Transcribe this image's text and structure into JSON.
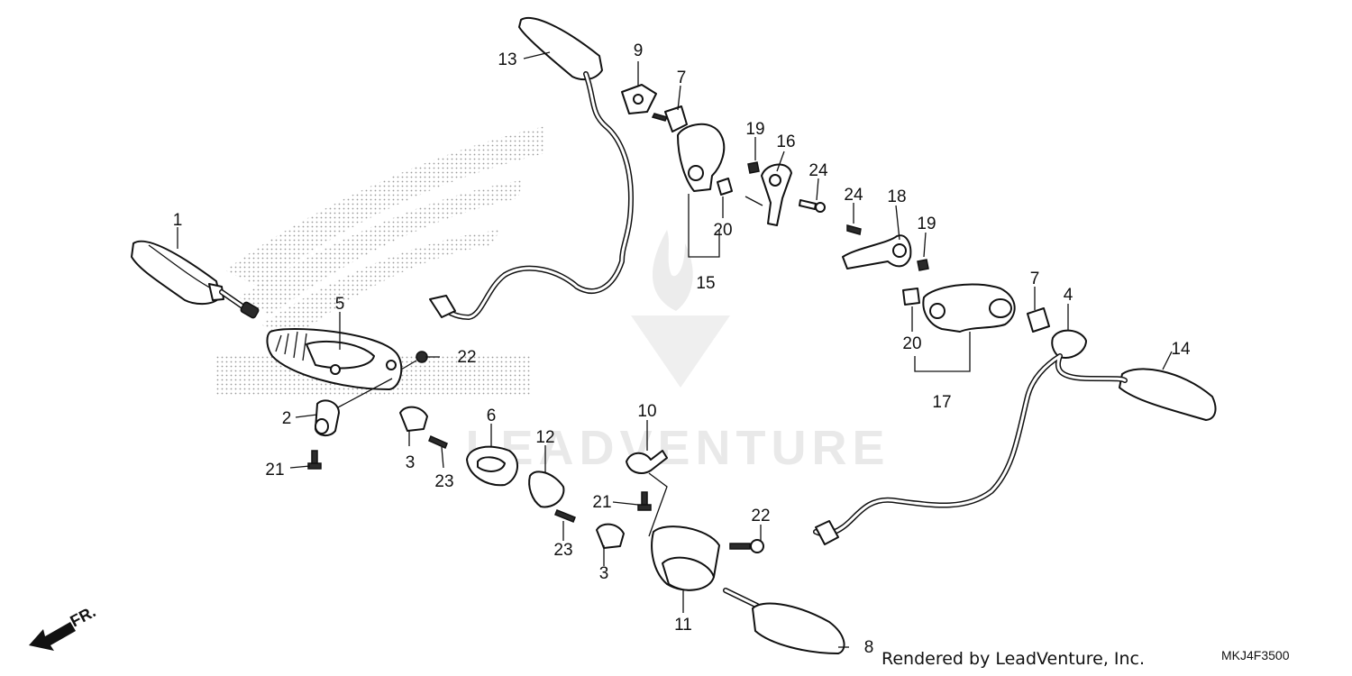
{
  "callouts": [
    {
      "id": "c1",
      "text": "1"
    },
    {
      "id": "c2",
      "text": "2"
    },
    {
      "id": "c3a",
      "text": "3"
    },
    {
      "id": "c3b",
      "text": "3"
    },
    {
      "id": "c4",
      "text": "4"
    },
    {
      "id": "c5",
      "text": "5"
    },
    {
      "id": "c6",
      "text": "6"
    },
    {
      "id": "c7a",
      "text": "7"
    },
    {
      "id": "c7b",
      "text": "7"
    },
    {
      "id": "c8",
      "text": "8"
    },
    {
      "id": "c9",
      "text": "9"
    },
    {
      "id": "c10",
      "text": "10"
    },
    {
      "id": "c11",
      "text": "11"
    },
    {
      "id": "c12",
      "text": "12"
    },
    {
      "id": "c13",
      "text": "13"
    },
    {
      "id": "c14",
      "text": "14"
    },
    {
      "id": "c15",
      "text": "15"
    },
    {
      "id": "c16",
      "text": "16"
    },
    {
      "id": "c17",
      "text": "17"
    },
    {
      "id": "c18",
      "text": "18"
    },
    {
      "id": "c19a",
      "text": "19"
    },
    {
      "id": "c19b",
      "text": "19"
    },
    {
      "id": "c20a",
      "text": "20"
    },
    {
      "id": "c20b",
      "text": "20"
    },
    {
      "id": "c21a",
      "text": "21"
    },
    {
      "id": "c21b",
      "text": "21"
    },
    {
      "id": "c22a",
      "text": "22"
    },
    {
      "id": "c22b",
      "text": "22"
    },
    {
      "id": "c23a",
      "text": "23"
    },
    {
      "id": "c23b",
      "text": "23"
    },
    {
      "id": "c24a",
      "text": "24"
    },
    {
      "id": "c24b",
      "text": "24"
    }
  ],
  "front_indicator": "FR.",
  "watermark": "LEADVENTURE",
  "footer": {
    "rendered_by": "Rendered by LeadVenture, Inc.",
    "diagram_code": "MKJ4F3500"
  },
  "colors": {
    "line": "#111111",
    "watermark": "#e9e9e9",
    "stipple": "#9a9a9a"
  }
}
